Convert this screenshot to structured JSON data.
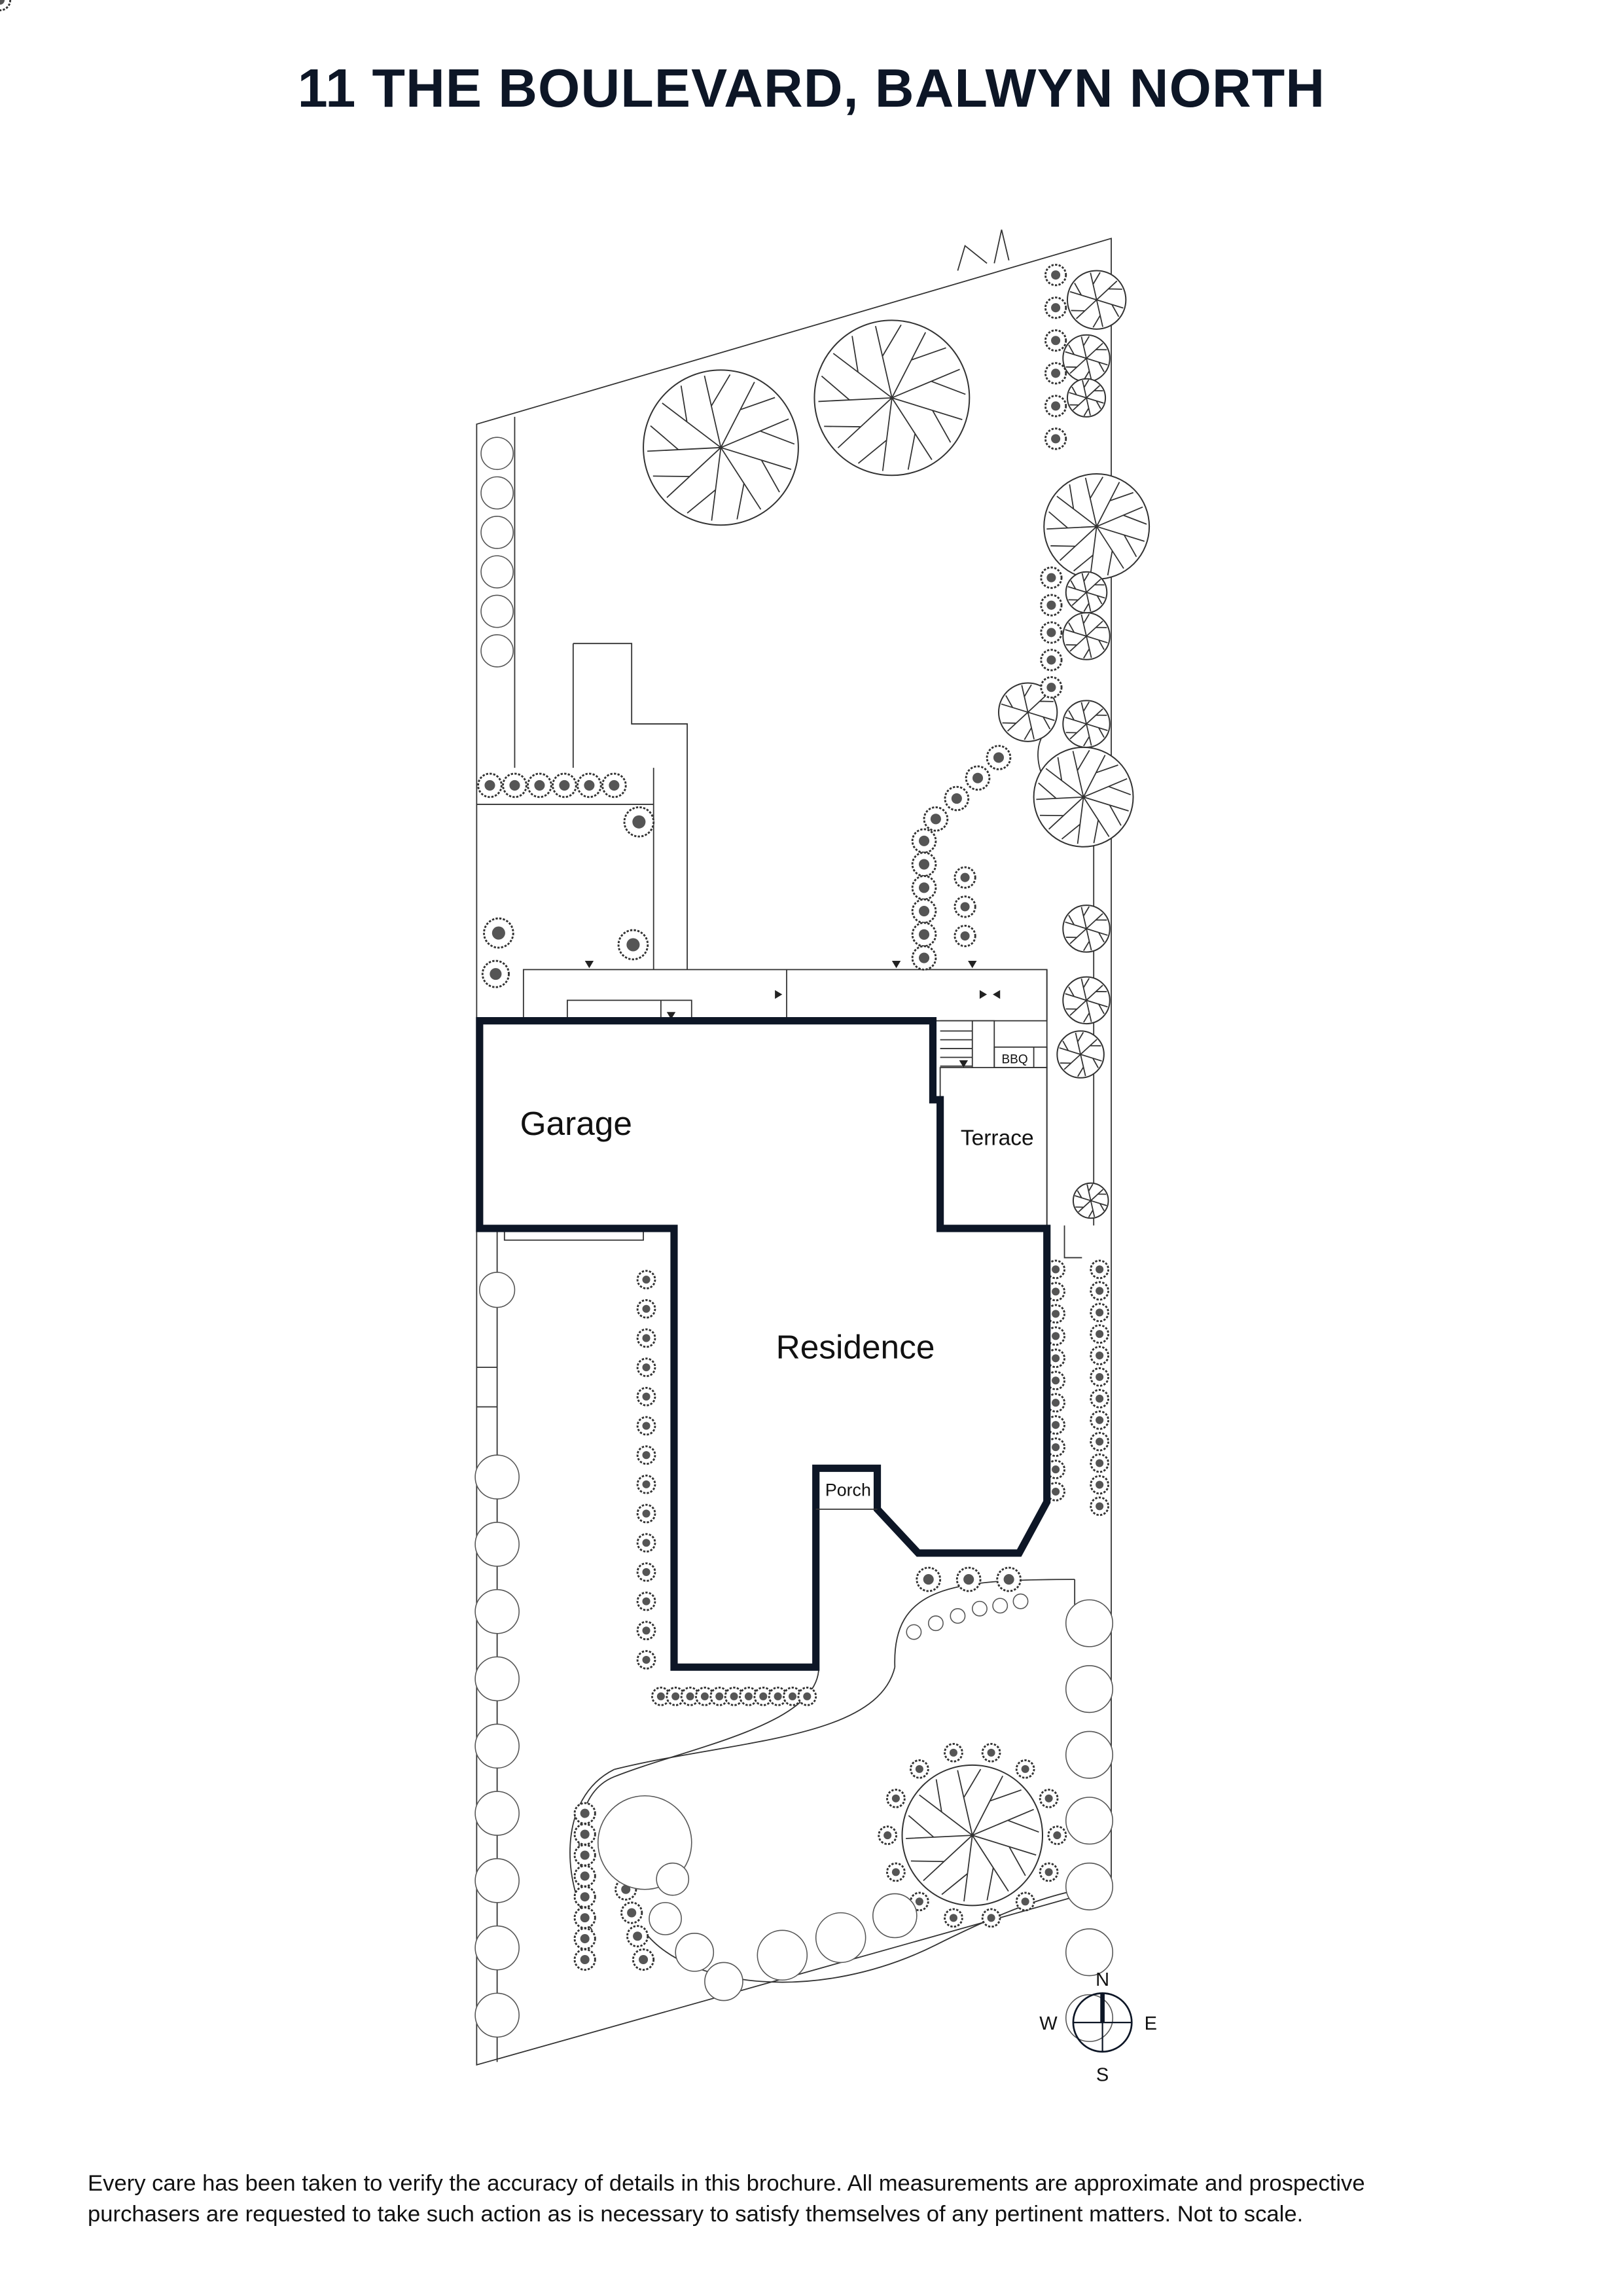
{
  "title": "11 THE BOULEVARD, BALWYN NORTH",
  "rooms": {
    "garage": "Garage",
    "residence": "Residence",
    "terrace": "Terrace",
    "porch": "Porch",
    "bbq": "BBQ"
  },
  "compass": {
    "n": "N",
    "e": "E",
    "s": "S",
    "w": "W"
  },
  "disclaimer": {
    "line1": "Every care has been taken to verify the accuracy of details in this brochure. All measurements are approximate and prospective",
    "line2": "purchasers are requested to take such action as is necessary to satisfy themselves of any pertinent matters. Not to scale."
  },
  "colors": {
    "ink": "#0d1626"
  }
}
